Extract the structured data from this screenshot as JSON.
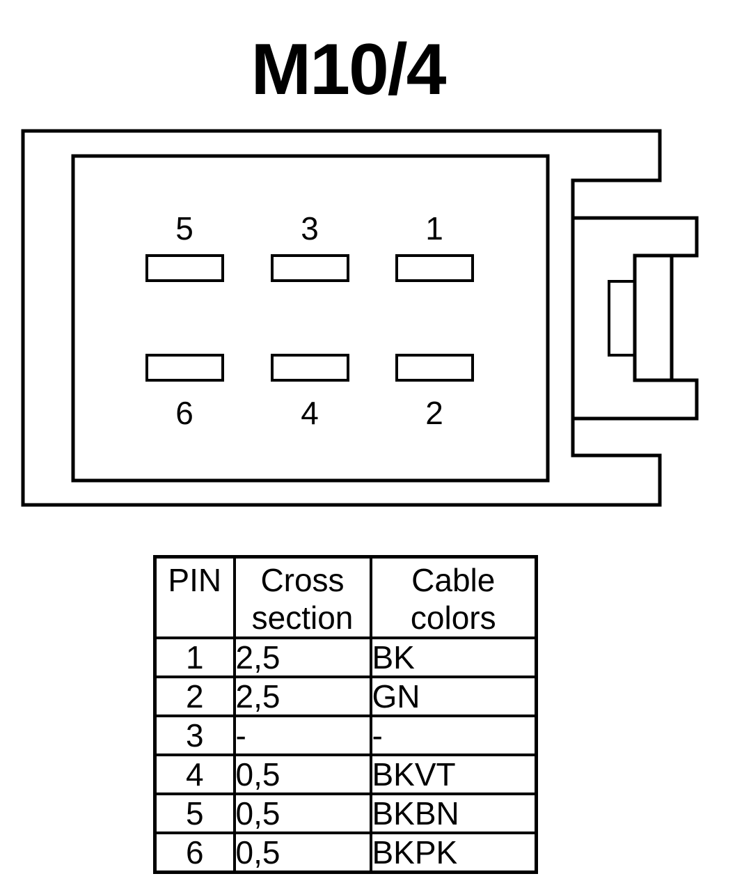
{
  "title": "M10/4",
  "connector": {
    "pin_labels": [
      "5",
      "3",
      "1",
      "6",
      "4",
      "2"
    ]
  },
  "table": {
    "headers": {
      "pin": "PIN",
      "cross_section": [
        "Cross",
        "section"
      ],
      "cable_colors": [
        "Cable",
        "colors"
      ]
    },
    "rows": [
      {
        "pin": "1",
        "cross_section": "2,5",
        "color": "BK"
      },
      {
        "pin": "2",
        "cross_section": "2,5",
        "color": "GN"
      },
      {
        "pin": "3",
        "cross_section": "-",
        "color": "-"
      },
      {
        "pin": "4",
        "cross_section": "0,5",
        "color": "BKVT"
      },
      {
        "pin": "5",
        "cross_section": "0,5",
        "color": "BKBN"
      },
      {
        "pin": "6",
        "cross_section": "0,5",
        "color": "BKPK"
      }
    ]
  }
}
